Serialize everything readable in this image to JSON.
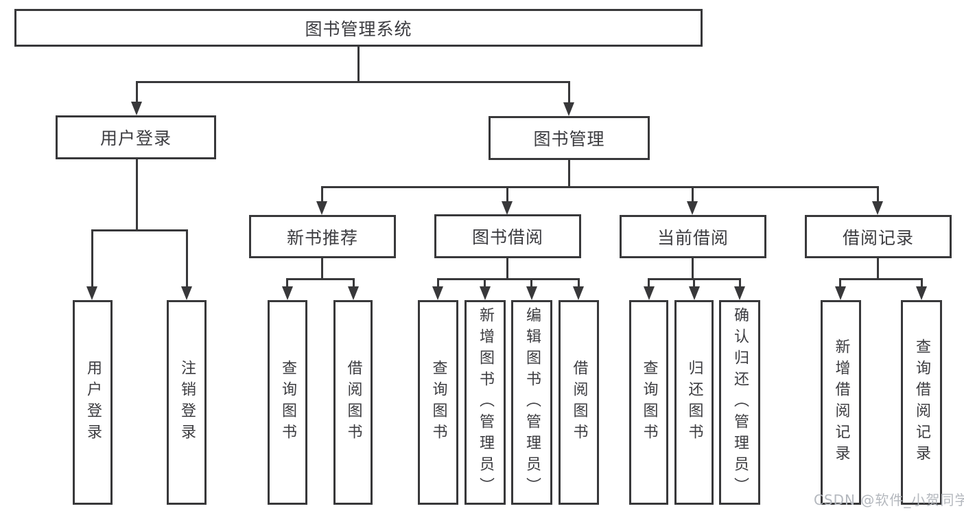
{
  "diagram": {
    "root": {
      "label": "图书管理系统"
    },
    "level2": [
      {
        "label": "用户登录"
      },
      {
        "label": "图书管理"
      }
    ],
    "level3": [
      {
        "label": "新书推荐"
      },
      {
        "label": "图书借阅"
      },
      {
        "label": "当前借阅"
      },
      {
        "label": "借阅记录"
      }
    ],
    "leaves": {
      "login": [
        "用户登录",
        "注销登录"
      ],
      "recommend": [
        "查询图书",
        "借阅图书"
      ],
      "borrow": [
        "查询图书",
        "新增图书（管理员）",
        "编辑图书（管理员）",
        "借阅图书"
      ],
      "current": [
        "查询图书",
        "归还图书",
        "确认归还（管理员）"
      ],
      "records": [
        "新增借阅记录",
        "查询借阅记录"
      ]
    },
    "colors": {
      "line": "#38383a",
      "text": "#3c3c40",
      "background": "#ffffff",
      "watermark": "#b4b8be"
    },
    "watermark": "CSDN @软件_小贺同学"
  }
}
